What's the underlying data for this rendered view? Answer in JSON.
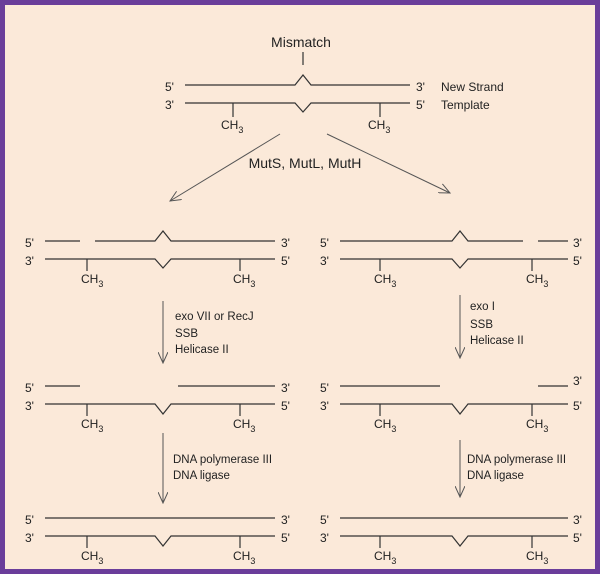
{
  "top": {
    "mismatch_label": "Mismatch",
    "new_strand_label": "New Strand",
    "template_label": "Template",
    "enzymes_label": "MutS, MutL, MutH"
  },
  "ends": {
    "five": "5'",
    "three": "3'"
  },
  "methyl": {
    "main": "CH",
    "sub": "3"
  },
  "left_branch": {
    "step1": [
      "exo VII or RecJ",
      "SSB",
      "Helicase II"
    ],
    "step2": [
      "DNA polymerase III",
      "DNA ligase"
    ]
  },
  "right_branch": {
    "step1": [
      "exo I",
      "SSB",
      "Helicase II"
    ],
    "step2": [
      "DNA polymerase III",
      "DNA ligase"
    ]
  },
  "colors": {
    "border": "#6a3d9a",
    "background": "#fbe9d9",
    "line": "#333333"
  }
}
